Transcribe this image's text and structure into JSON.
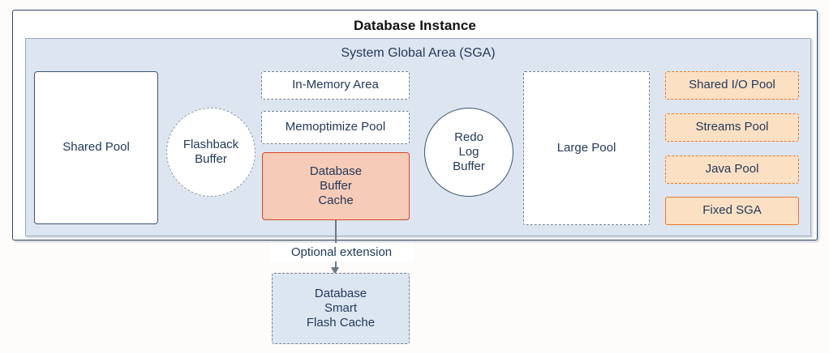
{
  "diagram": {
    "instance": {
      "title": "Database Instance",
      "sga": {
        "title": "System Global Area (SGA)",
        "components": {
          "shared_pool": "Shared Pool",
          "flashback_buffer": "Flashback\nBuffer",
          "flashback_buffer_line1": "Flashback",
          "flashback_buffer_line2": "Buffer",
          "in_memory_area": "In-Memory Area",
          "memoptimize_pool": "Memoptimize Pool",
          "database_buffer_cache_line1": "Database",
          "database_buffer_cache_line2": "Buffer",
          "database_buffer_cache_line3": "Cache",
          "redo_log_buffer_line1": "Redo",
          "redo_log_buffer_line2": "Log",
          "redo_log_buffer_line3": "Buffer",
          "large_pool": "Large Pool"
        },
        "right_column": [
          {
            "label": "Shared I/O Pool",
            "style": "dashed"
          },
          {
            "label": "Streams Pool",
            "style": "dashed"
          },
          {
            "label": "Java Pool",
            "style": "dashed"
          },
          {
            "label": "Fixed SGA",
            "style": "solid"
          }
        ]
      }
    },
    "extension": {
      "connector_label": "Optional extension",
      "target_line1": "Database",
      "target_line2": "Smart",
      "target_line3": "Flash Cache"
    },
    "colors": {
      "page_background": "#fdfcfb",
      "instance_border": "#2f4a66",
      "sga_fill": "#dde6f0",
      "sga_border": "#9aa9bb",
      "text": "#23395b",
      "buffer_cache_fill": "#f6cbb7",
      "buffer_cache_border": "#d8452c",
      "orange_fill": "#fce0c4",
      "orange_border": "#e8792b",
      "dashed_border": "#76808d",
      "flash_cache_fill": "#dce6f1",
      "connector": "#6b7888"
    }
  }
}
